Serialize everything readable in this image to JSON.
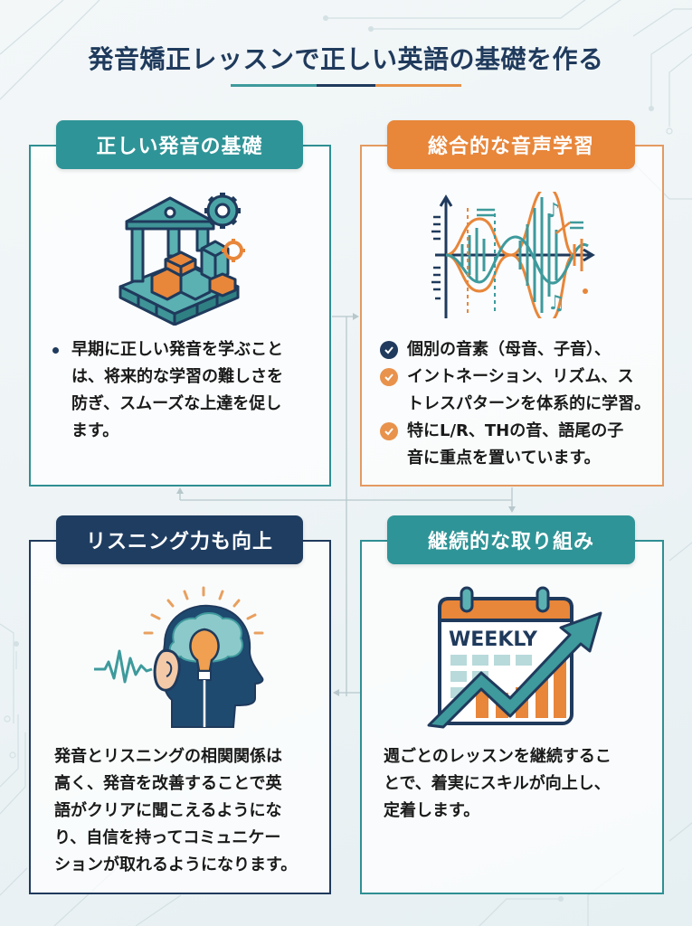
{
  "header": {
    "title": "発音矯正レッスンで正しい英語の基礎を作る",
    "underline_colors": [
      "#3e9a9c",
      "#1f3a5c",
      "#e8944a"
    ]
  },
  "colors": {
    "teal": "#2f9497",
    "orange": "#e8863a",
    "navy": "#1f3d61",
    "text": "#1a1a1a"
  },
  "cards": [
    {
      "title": "正しい発音の基礎",
      "accent": "teal",
      "icon": "building-blocks-gear-icon",
      "bullets": [
        {
          "marker": "dot",
          "lines": [
            "早期に正しい発音を学ぶこと",
            "は、将来的な学習の難しさを",
            "防ぎ、スムーズな上達を促し",
            "ます。"
          ]
        }
      ]
    },
    {
      "title": "総合的な音声学習",
      "accent": "orange",
      "icon": "sound-wave-icon",
      "bullets": [
        {
          "marker": "check-navy",
          "lines": [
            "個別の音素（母音、子音）、"
          ]
        },
        {
          "marker": "check-orange",
          "lines": [
            "イントネーション、リズム、ス",
            "トレスパターンを体系的に学習。"
          ]
        },
        {
          "marker": "check-orange",
          "lines": [
            "特にL/R、THの音、語尾の子",
            "音に重点を置いています。"
          ]
        }
      ]
    },
    {
      "title": "リスニング力も向上",
      "accent": "navy",
      "icon": "head-ear-lightbulb-icon",
      "paragraph_lines": [
        "発音とリスニングの相関関係は",
        "高く、発音を改善することで英",
        "語がクリアに聞こえるようにな",
        "り、自信を持ってコミュニケー",
        "ションが取れるようになります。"
      ]
    },
    {
      "title": "継続的な取り組み",
      "accent": "teal",
      "icon": "weekly-calendar-growth-icon",
      "calendar_label": "WEEKLY",
      "paragraph_lines": [
        "週ごとのレッスンを継続するこ",
        "とで、着実にスキルが向上し、",
        "定着します。"
      ]
    }
  ]
}
